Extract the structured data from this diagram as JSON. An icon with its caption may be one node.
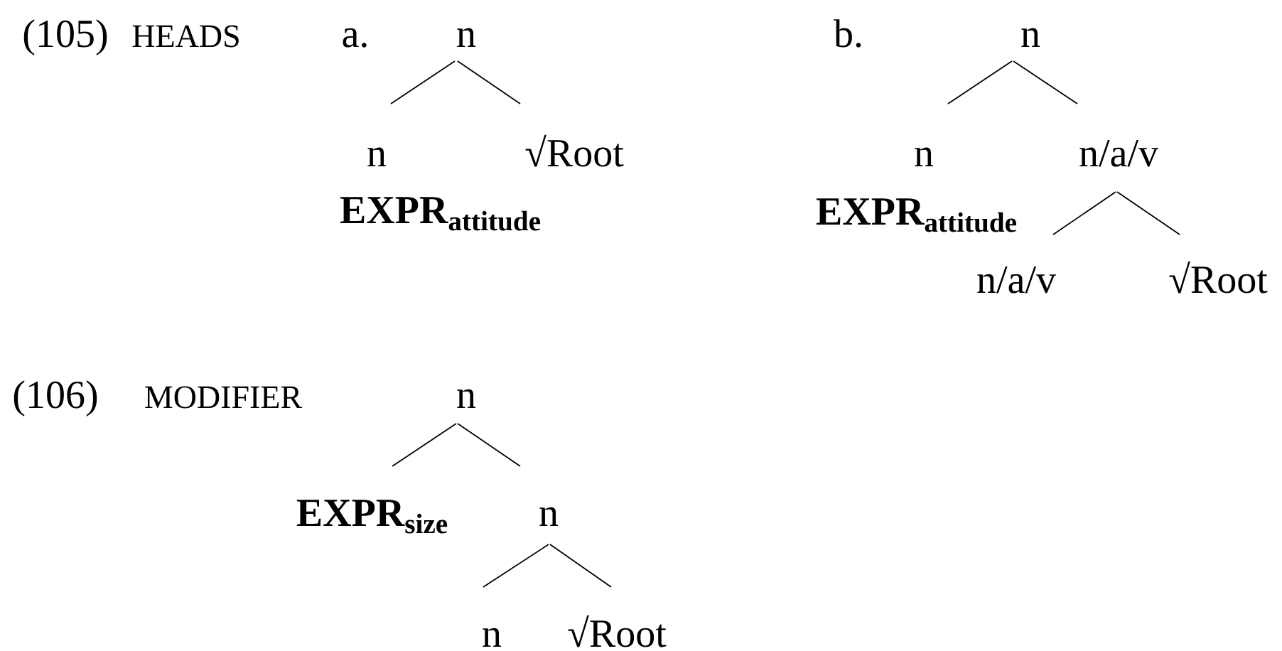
{
  "diagram": {
    "nodes": [
      {
        "text": [
          "n"
        ]
      },
      {
        "text": [
          "n"
        ],
        "beside": [
          "EXPR$_{attitude}$"
        ]
      },
      {
        "text": [
          "√Root"
        ]
      },
      {
        "text": [
          "n"
        ]
      },
      {
        "text": [
          "n"
        ],
        "beside": [
          "EXPR$_{attitude}$"
        ]
      },
      {
        "text": [
          "n/a/v"
        ]
      },
      {
        "text": [
          "n/a/v"
        ]
      },
      {
        "text": [
          "√Root"
        ]
      },
      {
        "text": [
          "n"
        ]
      },
      {
        "text": [
          "EXPR$_{size}$"
        ]
      },
      {
        "text": [
          "n"
        ]
      },
      {
        "text": [
          "n"
        ]
      },
      {
        "text": [
          "√Root"
        ]
      }
    ],
    "edges": [
      {
        "from": 0,
        "to": 1,
        "arrow": "none"
      },
      {
        "from": 0,
        "to": 2,
        "arrow": "none"
      },
      {
        "from": 3,
        "to": 4,
        "arrow": "none"
      },
      {
        "from": 3,
        "to": 5,
        "arrow": "none"
      },
      {
        "from": 5,
        "to": 6,
        "arrow": "none"
      },
      {
        "from": 5,
        "to": 7,
        "arrow": "none"
      },
      {
        "from": 8,
        "to": 9,
        "arrow": "none"
      },
      {
        "from": 8,
        "to": 10,
        "arrow": "none"
      },
      {
        "from": 10,
        "to": 11,
        "arrow": "none"
      },
      {
        "from": 10,
        "to": 12,
        "arrow": "none"
      }
    ],
    "labels": [
      "(105)",
      "HEADS",
      "a.",
      "b.",
      "(106)",
      "MODIFIER"
    ]
  }
}
